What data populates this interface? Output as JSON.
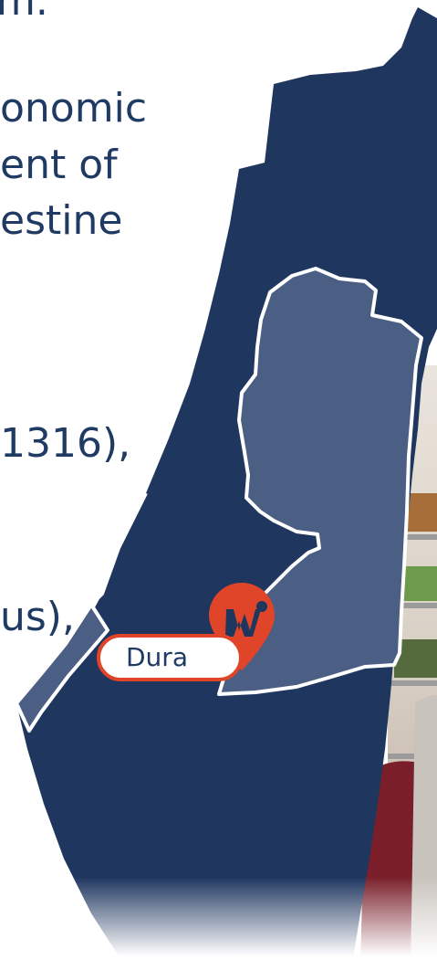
{
  "background_text": {
    "lines": [
      "m.",
      "onomic",
      "ent of",
      "estine",
      "1316),",
      "us),"
    ]
  },
  "map": {
    "region_colors": {
      "land": "#1f365f",
      "territories": "#4b5e83",
      "outline": "#ffffff",
      "marker": "#e0452a"
    },
    "pin_icon": "map-pin-logo-icon",
    "location_label": "Dura"
  }
}
